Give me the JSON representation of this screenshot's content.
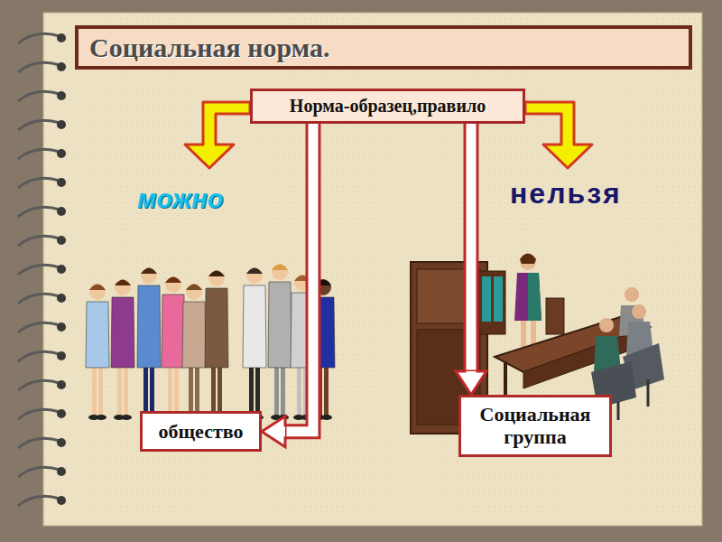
{
  "diagram": {
    "title": "Социальная норма.",
    "nodes": [
      {
        "text": [
          "Норма-образец,правило"
        ]
      },
      {
        "text": [
          "общество"
        ]
      },
      {
        "text": [
          "Социальная группа"
        ]
      }
    ],
    "edges": [
      {
        "from": 0,
        "to": 1,
        "arrow": "to"
      },
      {
        "from": 0,
        "to": 2,
        "arrow": "to"
      }
    ],
    "labels": [
      "можно",
      "нельзя"
    ]
  }
}
